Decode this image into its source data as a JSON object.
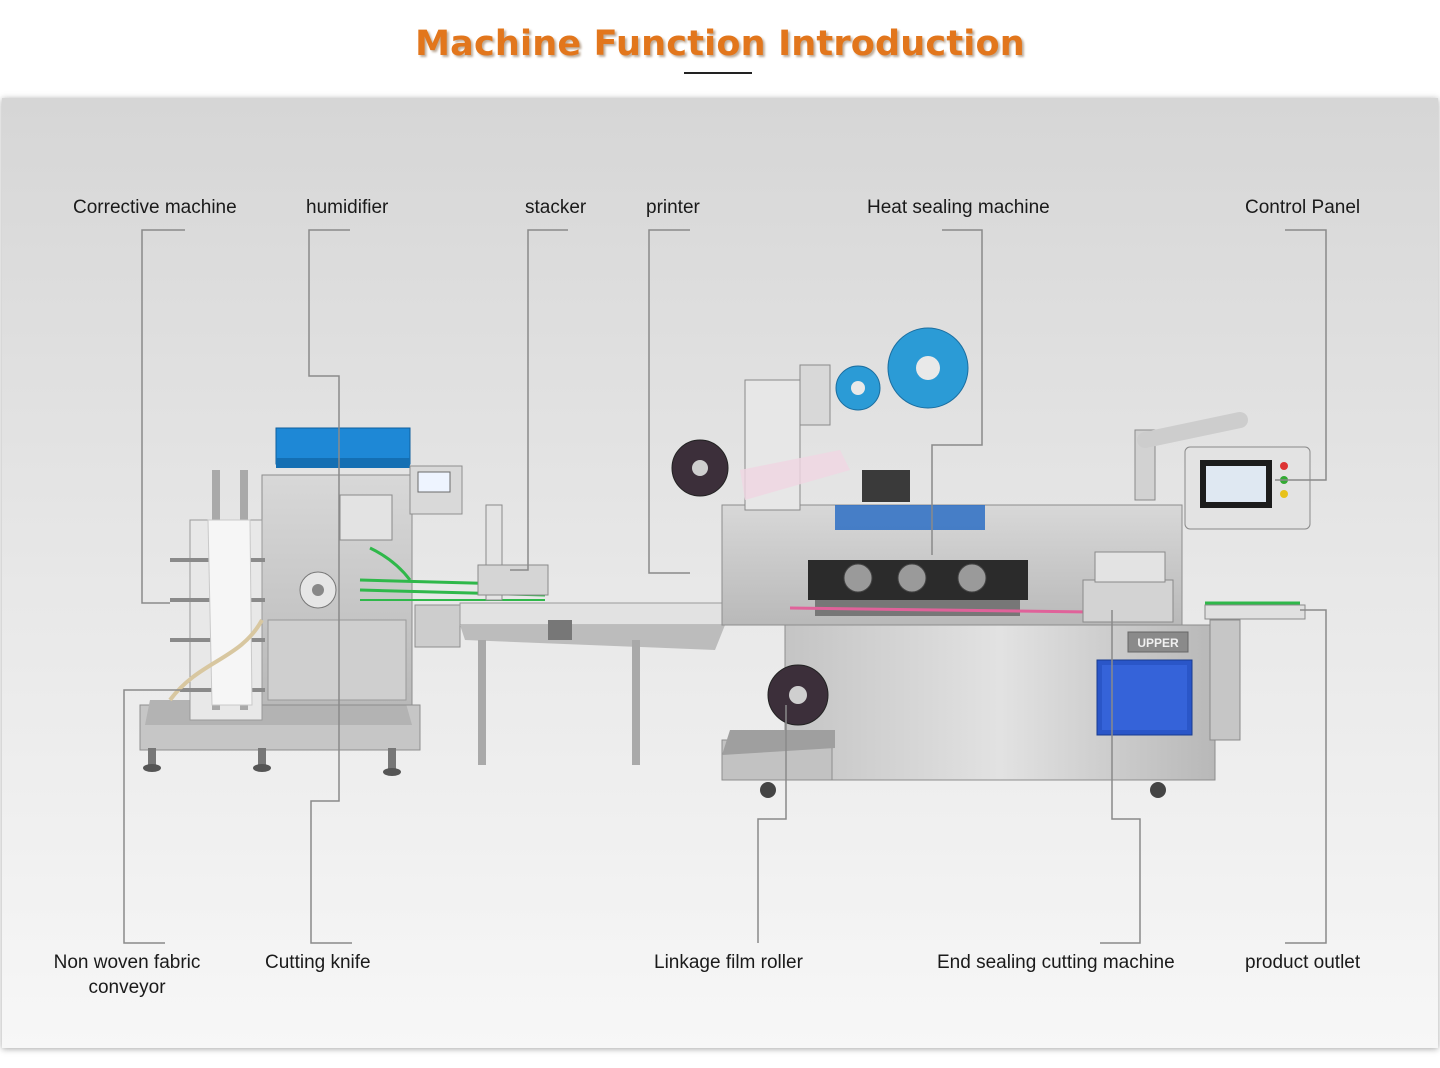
{
  "header": {
    "title": "Machine Function Introduction"
  },
  "labels": {
    "corrective_machine": "Corrective machine",
    "humidifier": "humidifier",
    "stacker": "stacker",
    "printer": "printer",
    "heat_sealing_machine": "Heat sealing machine",
    "control_panel": "Control Panel",
    "non_woven_line1": "Non woven fabric",
    "non_woven_line2": "conveyor",
    "cutting_knife": "Cutting knife",
    "linkage_film_roller": "Linkage film roller",
    "end_sealing_cutting_machine": "End sealing cutting machine",
    "product_outlet": "product outlet"
  },
  "brand": {
    "logo_text": "UPPER"
  },
  "colors": {
    "title": "#e2761c",
    "leader_line": "#8a8a8a",
    "hopper_blue": "#1e88d6",
    "panel_blue": "#2a56c8",
    "conveyor_green": "#2fb84a",
    "film_roll_blue": "#2b9bd6",
    "steel": "#c9c9c9"
  }
}
